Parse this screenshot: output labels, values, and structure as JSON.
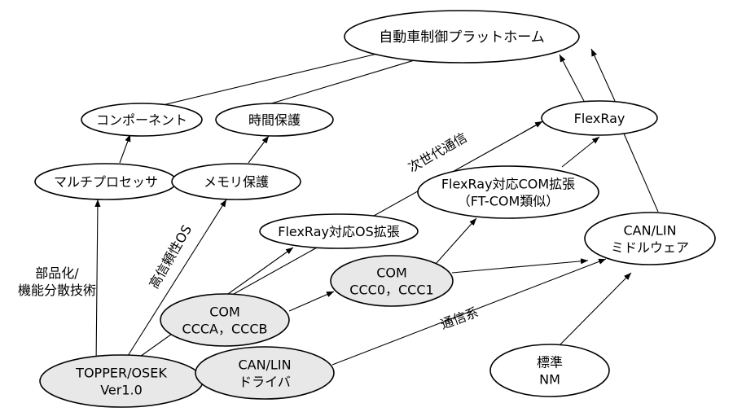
{
  "colors": {
    "white_node": "#ffffff",
    "gray_node": "#e8e8e8",
    "stroke": "#000000"
  },
  "nodes": {
    "platform": {
      "lines": [
        "自動車制御プラットホーム"
      ],
      "fill": "white"
    },
    "component": {
      "lines": [
        "コンポーネント"
      ],
      "fill": "white"
    },
    "timeprot": {
      "lines": [
        "時間保護"
      ],
      "fill": "white"
    },
    "multiproc": {
      "lines": [
        "マルチプロセッサ"
      ],
      "fill": "white"
    },
    "memprot": {
      "lines": [
        "メモリ保護"
      ],
      "fill": "white"
    },
    "flexray": {
      "lines": [
        "FlexRay"
      ],
      "fill": "white"
    },
    "flexcom": {
      "lines": [
        "FlexRay対応COM拡張",
        "（FT-COM類似）"
      ],
      "fill": "white"
    },
    "flexos": {
      "lines": [
        "FlexRay対応OS拡張"
      ],
      "fill": "white"
    },
    "canmw": {
      "lines": [
        "CAN/LIN",
        "ミドルウェア"
      ],
      "fill": "white"
    },
    "com1": {
      "lines": [
        "COM",
        "CCC0，CCC1"
      ],
      "fill": "gray"
    },
    "coma": {
      "lines": [
        "COM",
        "CCCA，CCCB"
      ],
      "fill": "gray"
    },
    "topper": {
      "lines": [
        "TOPPER/OSEK",
        "Ver1.0"
      ],
      "fill": "gray"
    },
    "candrv": {
      "lines": [
        "CAN/LIN",
        "ドライバ"
      ],
      "fill": "gray"
    },
    "nm": {
      "lines": [
        "標準",
        "NM"
      ],
      "fill": "white"
    }
  },
  "edge_labels": {
    "buhin": [
      "部品化/",
      "機能分散技術"
    ],
    "koshinrai": "高信頼性OS",
    "jisedai": "次世代通信",
    "tsushin": "通信系"
  }
}
